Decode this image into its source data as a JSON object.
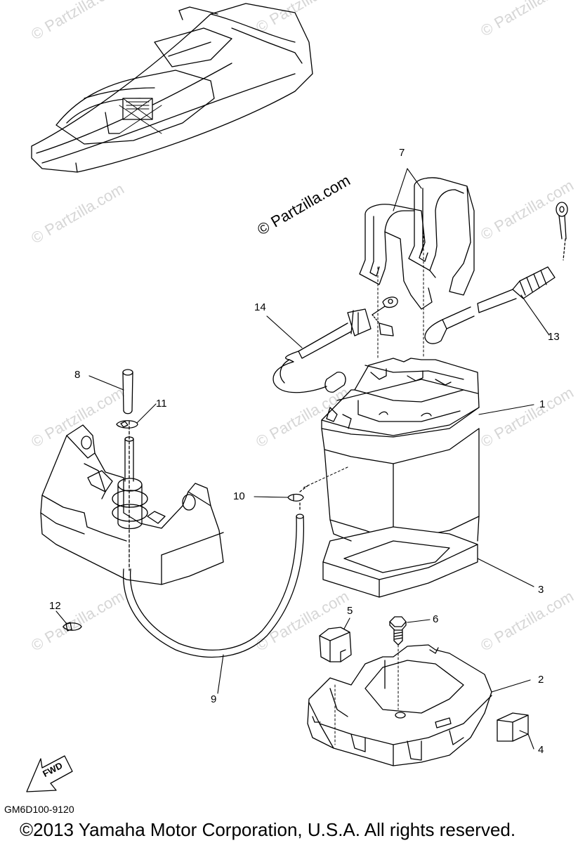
{
  "watermark_main": "© Partzilla.com",
  "watermark_faint": "© Partzilla.com",
  "diagram_code": "GM6D100-9120",
  "copyright": "©2013  Yamaha Motor Corporation, U.S.A. All rights reserved.",
  "fwd_label": "FWD",
  "callouts": {
    "c1": "1",
    "c2": "2",
    "c3": "3",
    "c4": "4",
    "c5": "5",
    "c6": "6",
    "c7": "7",
    "c8": "8",
    "c9": "9",
    "c10": "10",
    "c11": "11",
    "c12": "12",
    "c13": "13",
    "c14": "14"
  }
}
